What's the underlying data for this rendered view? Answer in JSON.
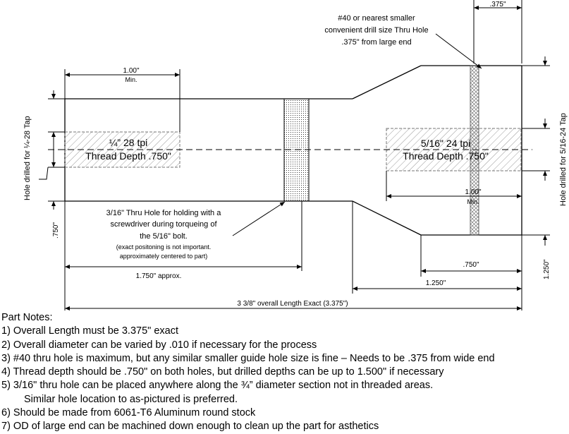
{
  "labels": {
    "drill_note_1": "#40 or nearest smaller",
    "drill_note_2": "convenient drill size Thru Hole",
    "drill_note_3": ".375\" from large end",
    "dim_top_right": ".375\"",
    "dim_left_1": "1.00\"",
    "dim_left_2": "Min.",
    "left_tap": "Hole drilled for ¼-28 Tap",
    "right_tap": "Hole drilled for 5/16-24 Tap",
    "left_thread_1": "¼” 28 tpi",
    "left_thread_2": "Thread Depth .750\"",
    "right_thread_1": "5/16\" 24 tpi",
    "right_thread_2": "Thread Depth .750\"",
    "dim_right_1": "1.00\"",
    "dim_right_2": "Min.",
    "screw_note_1": "3/16\" Thru Hole for holding with a",
    "screw_note_2": "screwdriver during torqueing of",
    "screw_note_3": "the 5/16\" bolt.",
    "screw_note_4": "(exact positoning is not important.",
    "screw_note_5": "approximately centered to part)",
    "dim_left_dia": ".750\"",
    "dim_right_dia": "1.250\"",
    "dim_approx": "1.750\" approx.",
    "dim_750": ".750\"",
    "dim_1250": "1.250\"",
    "dim_overall": "3 3/8\" overall Length Exact (3.375\")"
  },
  "notes": {
    "heading": "Part Notes:",
    "n1": "1) Overall Length must be 3.375\" exact",
    "n2": "2) Overall diameter can be varied by .010 if necessary for the process",
    "n3": "3) #40 thru hole is maximum, but any similar smaller guide hole size is fine – Needs to be .375 from wide end",
    "n4": "4) Thread depth should be .750\" on both holes, but drilled depths can be up to 1.500\" if necessary",
    "n5": "5) 3/16\" thru hole can be placed anywhere along the ¾” diameter section not in threaded areas.",
    "n5b": "Similar hole location to as-pictured is preferred.",
    "n6": "6) Should be made from 6061-T6 Aluminum round stock",
    "n7": "7) OD of large end can be machined down enough to clean up the part for asthetics"
  }
}
